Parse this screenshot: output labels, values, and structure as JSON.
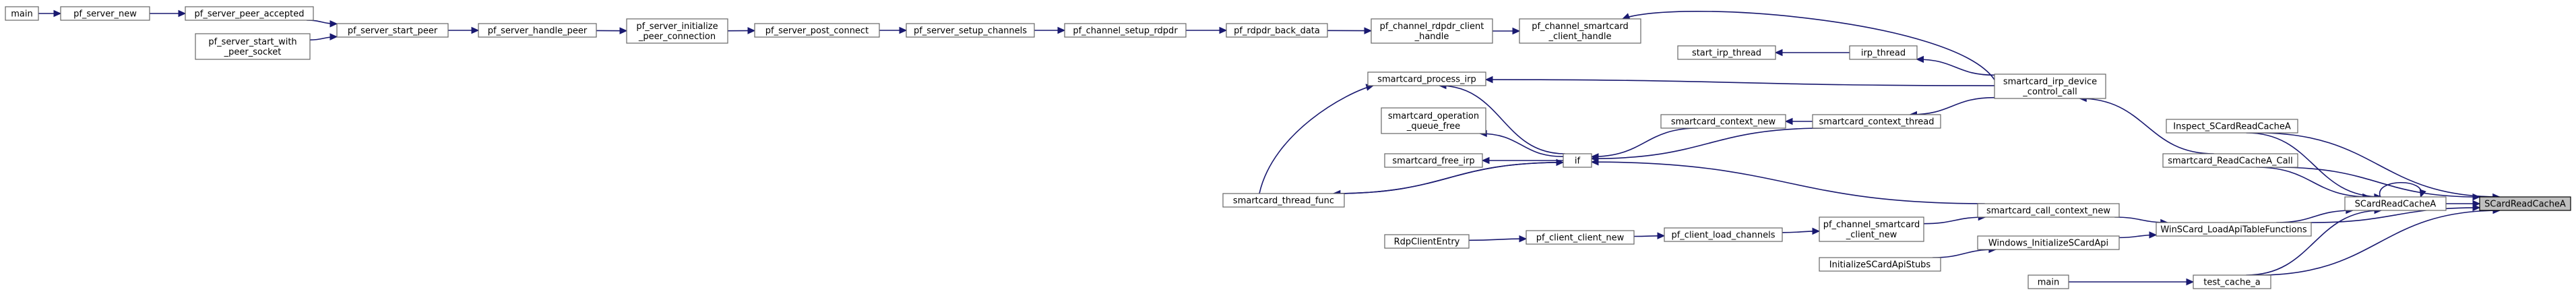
{
  "graph": {
    "title": "Caller graph of SCardReadCacheA",
    "colors": {
      "edge": "#191970",
      "node_border": "#666666",
      "highlight_fill": "#bfbfbf"
    },
    "nodes": {
      "main_top": {
        "lines": [
          "main"
        ]
      },
      "pf_server_new": {
        "lines": [
          "pf_server_new"
        ]
      },
      "pf_server_peer_accepted": {
        "lines": [
          "pf_server_peer_accepted"
        ]
      },
      "pf_server_start_with_peer_socket": {
        "lines": [
          "pf_server_start_with",
          "_peer_socket"
        ]
      },
      "pf_server_start_peer": {
        "lines": [
          "pf_server_start_peer"
        ]
      },
      "pf_server_handle_peer": {
        "lines": [
          "pf_server_handle_peer"
        ]
      },
      "pf_server_initialize_peer_connection": {
        "lines": [
          "pf_server_initialize",
          "_peer_connection"
        ]
      },
      "pf_server_post_connect": {
        "lines": [
          "pf_server_post_connect"
        ]
      },
      "pf_server_setup_channels": {
        "lines": [
          "pf_server_setup_channels"
        ]
      },
      "pf_channel_setup_rdpdr": {
        "lines": [
          "pf_channel_setup_rdpdr"
        ]
      },
      "pf_rdpdr_back_data": {
        "lines": [
          "pf_rdpdr_back_data"
        ]
      },
      "pf_channel_rdpdr_client_handle": {
        "lines": [
          "pf_channel_rdpdr_client",
          "_handle"
        ]
      },
      "pf_channel_smartcard_client_handle": {
        "lines": [
          "pf_channel_smartcard",
          "_client_handle"
        ]
      },
      "start_irp_thread": {
        "lines": [
          "start_irp_thread"
        ]
      },
      "irp_thread": {
        "lines": [
          "irp_thread"
        ]
      },
      "smartcard_irp_device_control_call": {
        "lines": [
          "smartcard_irp_device",
          "_control_call"
        ]
      },
      "smartcard_process_irp": {
        "lines": [
          "smartcard_process_irp"
        ]
      },
      "smartcard_operation_queue_free": {
        "lines": [
          "smartcard_operation",
          "_queue_free"
        ]
      },
      "smartcard_free_irp": {
        "lines": [
          "smartcard_free_irp"
        ]
      },
      "smartcard_thread_func": {
        "lines": [
          "smartcard_thread_func"
        ]
      },
      "if_node": {
        "lines": [
          "if"
        ]
      },
      "smartcard_context_new": {
        "lines": [
          "smartcard_context_new"
        ]
      },
      "smartcard_context_thread": {
        "lines": [
          "smartcard_context_thread"
        ]
      },
      "RdpClientEntry": {
        "lines": [
          "RdpClientEntry"
        ]
      },
      "pf_client_client_new": {
        "lines": [
          "pf_client_client_new"
        ]
      },
      "pf_client_load_channels": {
        "lines": [
          "pf_client_load_channels"
        ]
      },
      "pf_channel_smartcard_client_new": {
        "lines": [
          "pf_channel_smartcard",
          "_client_new"
        ]
      },
      "smartcard_call_context_new": {
        "lines": [
          "smartcard_call_context_new"
        ]
      },
      "InitializeSCardApiStubs": {
        "lines": [
          "InitializeSCardApiStubs"
        ]
      },
      "Windows_InitializeSCardApi": {
        "lines": [
          "Windows_InitializeSCardApi"
        ]
      },
      "main_bottom": {
        "lines": [
          "main"
        ]
      },
      "test_cache_a": {
        "lines": [
          "test_cache_a"
        ]
      },
      "Inspect_SCardReadCacheA": {
        "lines": [
          "Inspect_SCardReadCacheA"
        ]
      },
      "smartcard_ReadCacheA_Call": {
        "lines": [
          "smartcard_ReadCacheA_Call"
        ]
      },
      "WinSCard_LoadApiTableFunctions": {
        "lines": [
          "WinSCard_LoadApiTableFunctions"
        ]
      },
      "SCardReadCacheA_caller": {
        "lines": [
          "SCardReadCacheA"
        ]
      },
      "SCardReadCacheA_target": {
        "lines": [
          "SCardReadCacheA"
        ]
      }
    }
  }
}
